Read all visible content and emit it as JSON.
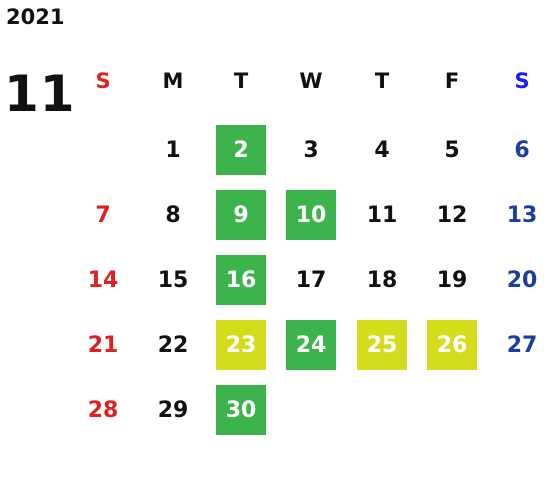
{
  "calendar": {
    "year": "2021",
    "month": "11",
    "colors": {
      "sunday": "#e02020",
      "saturday": "#1a3fa0",
      "saturday_header": "#1a1aff",
      "weekday": "#111111",
      "highlight_green": "#3cb44b",
      "highlight_lime": "#d4dc1c"
    },
    "weekdays": [
      "S",
      "M",
      "T",
      "W",
      "T",
      "F",
      "S"
    ],
    "weeks": [
      [
        null,
        "1",
        "2",
        "3",
        "4",
        "5",
        "6"
      ],
      [
        "7",
        "8",
        "9",
        "10",
        "11",
        "12",
        "13"
      ],
      [
        "14",
        "15",
        "16",
        "17",
        "18",
        "19",
        "20"
      ],
      [
        "21",
        "22",
        "23",
        "24",
        "25",
        "26",
        "27"
      ],
      [
        "28",
        "29",
        "30",
        null,
        null,
        null,
        null
      ]
    ],
    "highlights": {
      "2": "green",
      "9": "green",
      "10": "green",
      "16": "green",
      "23": "lime",
      "24": "green",
      "25": "lime",
      "26": "lime",
      "30": "green"
    }
  }
}
